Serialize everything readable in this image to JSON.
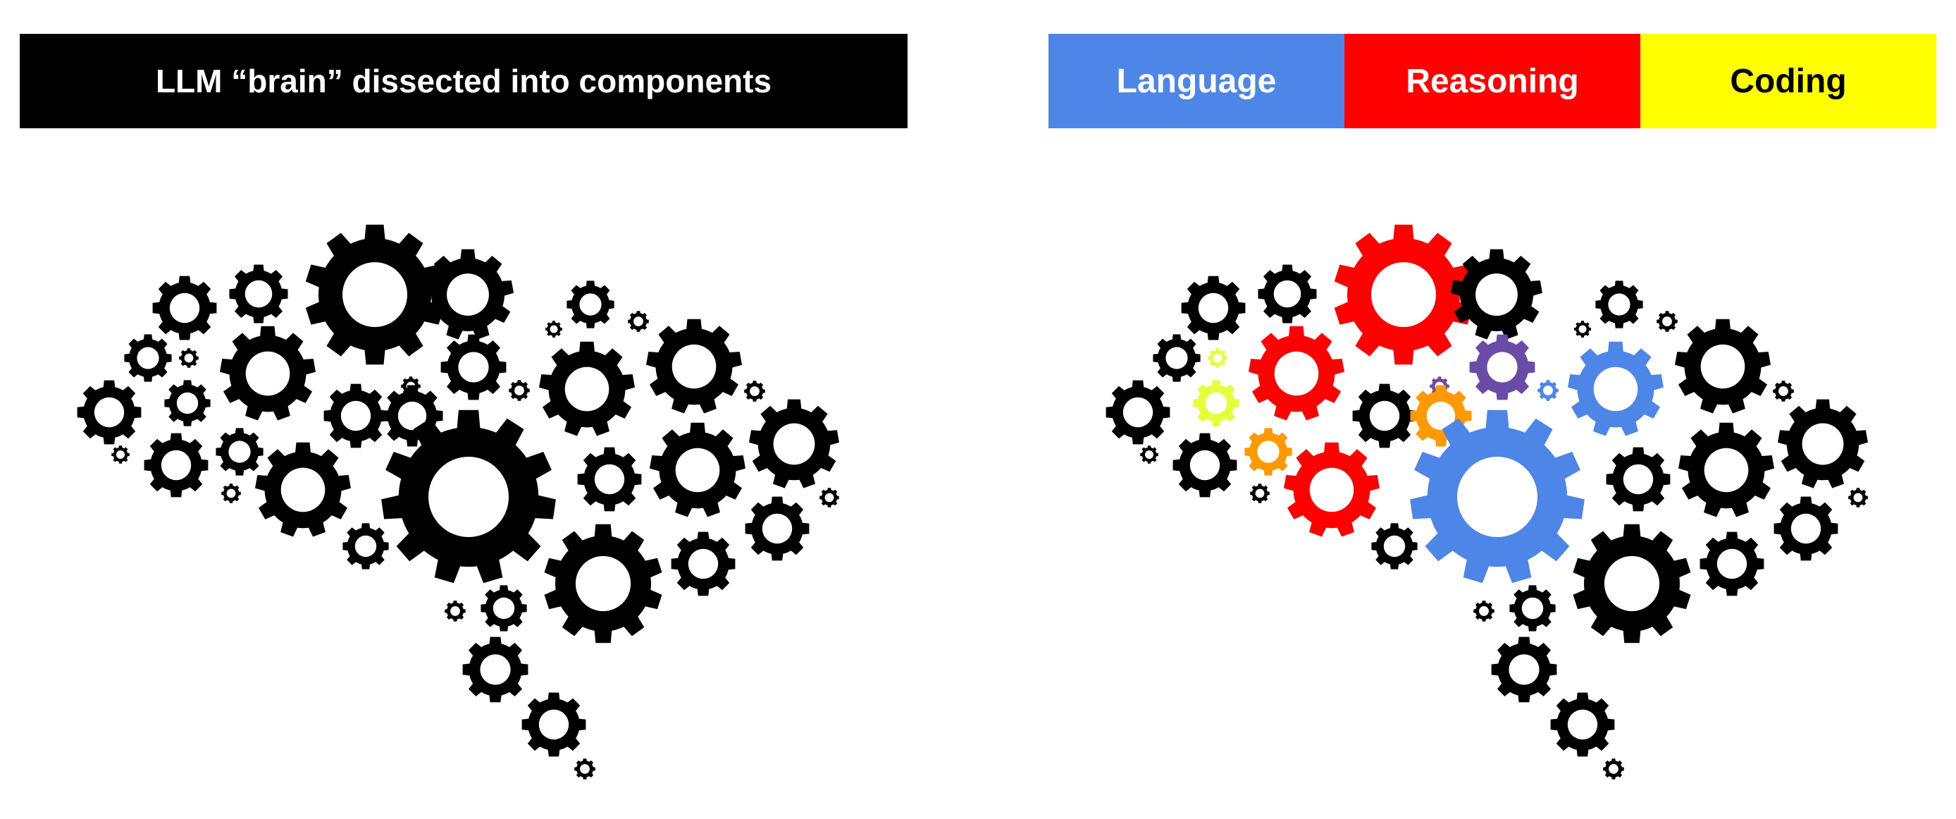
{
  "title": "LLM “brain” dissected into components",
  "legend": [
    {
      "label": "Language",
      "color": "#4E86E8",
      "text_color": "#ffffff"
    },
    {
      "label": "Reasoning",
      "color": "#FF0000",
      "text_color": "#ffffff"
    },
    {
      "label": "Coding",
      "color": "#FFFF00",
      "text_color": "#000000"
    }
  ],
  "colors": {
    "default": "#000000",
    "language": "#4E86E8",
    "reasoning": "#FF0000",
    "coding": "#FFFF00",
    "orange": "#FF9900",
    "purple": "#6A4CA8",
    "lime": "#E5FF3A"
  },
  "brains": [
    {
      "name": "uncolored-brain",
      "colors": "all default"
    },
    {
      "name": "colored-brain",
      "colors": "highlighted components"
    }
  ]
}
